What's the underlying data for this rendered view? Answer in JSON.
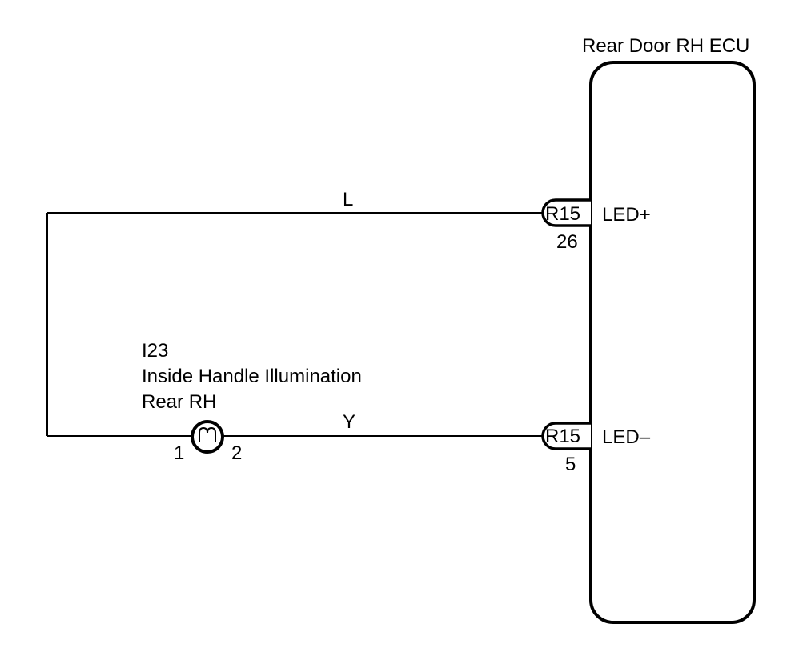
{
  "ecu": {
    "title": "Rear Door RH ECU"
  },
  "connectors": [
    {
      "code": "R15",
      "pin": "26",
      "terminal": "LED+"
    },
    {
      "code": "R15",
      "pin": "5",
      "terminal": "LED–"
    }
  ],
  "wires": [
    {
      "color": "L"
    },
    {
      "color": "Y"
    }
  ],
  "lamp": {
    "code": "I23",
    "name_line1": "Inside Handle Illumination",
    "name_line2": "Rear RH",
    "pin_left": "1",
    "pin_right": "2"
  }
}
